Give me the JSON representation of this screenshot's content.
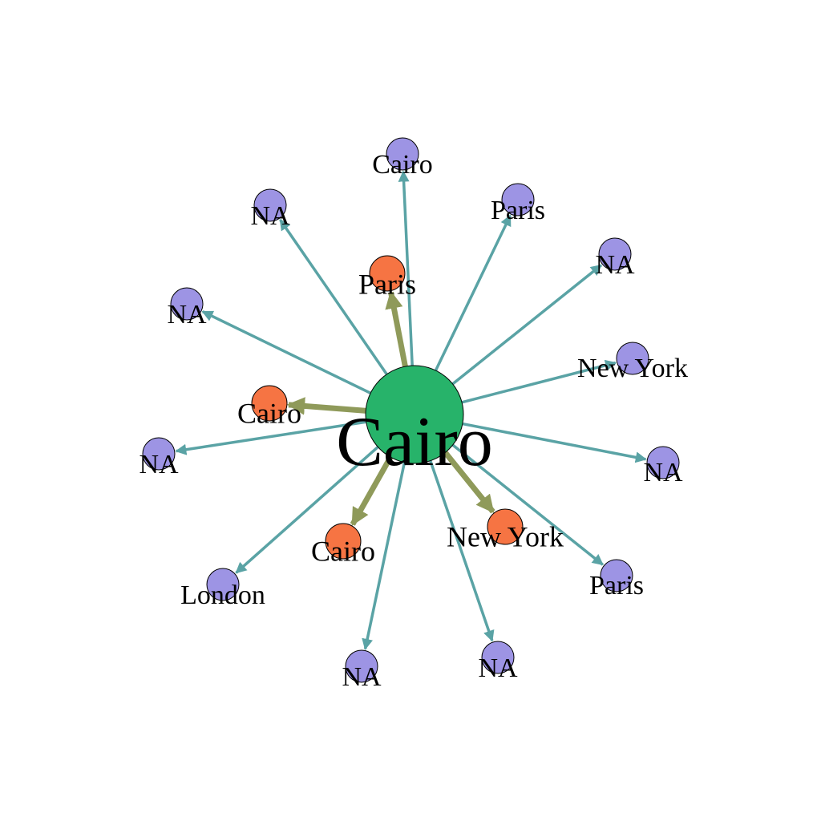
{
  "colors": {
    "center": "#27b36a",
    "inner": "#f67443",
    "outer": "#9d94e4",
    "outer_edge": "#5aa3a5",
    "inner_edge": "#8f9a5a"
  },
  "center": {
    "label": "Cairo"
  },
  "inner_nodes": [
    {
      "id": "inner-paris",
      "label": "Paris"
    },
    {
      "id": "inner-cairo-left",
      "label": "Cairo"
    },
    {
      "id": "inner-cairo-bottom",
      "label": "Cairo"
    },
    {
      "id": "inner-new-york",
      "label": "New York"
    }
  ],
  "outer_nodes": [
    {
      "id": "outer-cairo-top",
      "label": "Cairo"
    },
    {
      "id": "outer-paris-top",
      "label": "Paris"
    },
    {
      "id": "outer-na-upper-right",
      "label": "NA"
    },
    {
      "id": "outer-new-york",
      "label": "New York"
    },
    {
      "id": "outer-na-right",
      "label": "NA"
    },
    {
      "id": "outer-paris-lower-right",
      "label": "Paris"
    },
    {
      "id": "outer-na-bottom-right",
      "label": "NA"
    },
    {
      "id": "outer-na-bottom",
      "label": "NA"
    },
    {
      "id": "outer-london",
      "label": "London"
    },
    {
      "id": "outer-na-left",
      "label": "NA"
    },
    {
      "id": "outer-na-upper-left",
      "label": "NA"
    },
    {
      "id": "outer-na-top-left",
      "label": "NA"
    }
  ]
}
